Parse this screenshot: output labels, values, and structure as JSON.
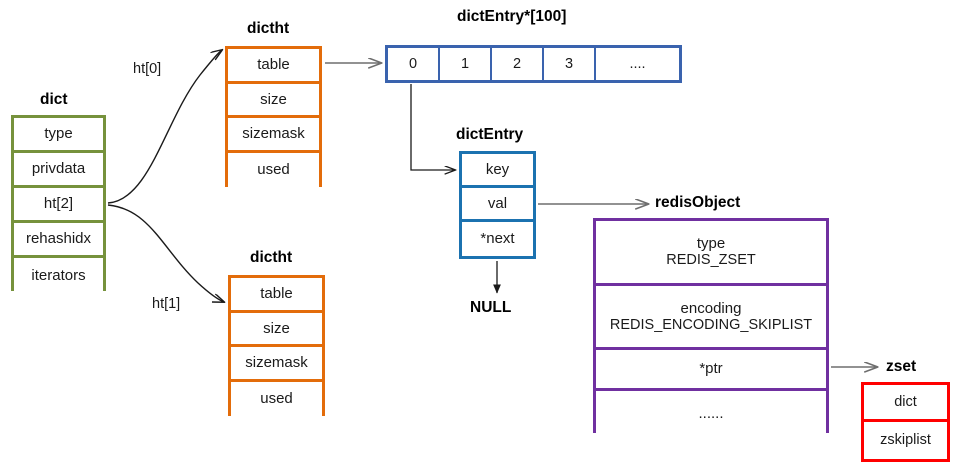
{
  "diagram": {
    "title_dict": "dict",
    "title_dictht_0": "dictht",
    "title_dictht_1": "dictht",
    "title_array": "dictEntry*[100]",
    "title_dictentry": "dictEntry",
    "title_redisobject": "redisObject",
    "title_zset": "zset",
    "null_label": "NULL",
    "edge_ht0": "ht[0]",
    "edge_ht1": "ht[1]"
  },
  "dict": {
    "fields": [
      {
        "label": "type"
      },
      {
        "label": "privdata"
      },
      {
        "label": "ht[2]"
      },
      {
        "label": "rehashidx"
      },
      {
        "label": "iterators"
      }
    ]
  },
  "dictht_0": {
    "fields": [
      {
        "label": "table"
      },
      {
        "label": "size"
      },
      {
        "label": "sizemask"
      },
      {
        "label": "used"
      }
    ]
  },
  "dictht_1": {
    "fields": [
      {
        "label": "table"
      },
      {
        "label": "size"
      },
      {
        "label": "sizemask"
      },
      {
        "label": "used"
      }
    ]
  },
  "array": {
    "cells": [
      {
        "label": "0"
      },
      {
        "label": "1"
      },
      {
        "label": "2"
      },
      {
        "label": "3"
      },
      {
        "label": "...."
      }
    ]
  },
  "dictentry": {
    "fields": [
      {
        "label": "key"
      },
      {
        "label": "val"
      },
      {
        "label": "*next"
      }
    ]
  },
  "redisobject": {
    "fields": [
      {
        "name": "type",
        "value": "REDIS_ZSET"
      },
      {
        "name": "encoding",
        "value": "REDIS_ENCODING_SKIPLIST"
      },
      {
        "name": "*ptr",
        "value": ""
      },
      {
        "name": "......",
        "value": ""
      }
    ]
  },
  "zset": {
    "fields": [
      {
        "label": "dict"
      },
      {
        "label": "zskiplist"
      }
    ]
  },
  "colors": {
    "dict_border": "#76923C",
    "dictht_border": "#E36C0A",
    "array_border": "#3A63AE",
    "dictentry_border": "#1B72B0",
    "redisobject_border": "#7030A0",
    "zset_border": "#FF0000",
    "connector_dark": "#1a1a1a",
    "connector_gray": "#6e6e6e",
    "background": "#FFFFFF"
  }
}
